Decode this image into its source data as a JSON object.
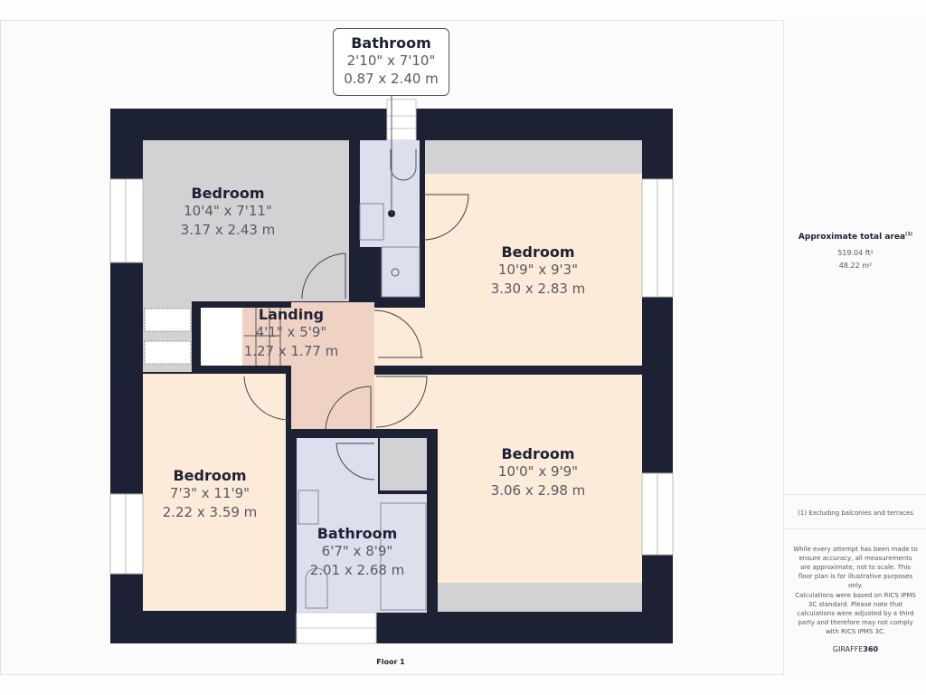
{
  "colors": {
    "wall": "#1c2233",
    "bedroom": "#fdebd9",
    "bedroom_grey": "#d2d1d3",
    "landing": "#f0d2c4",
    "bathroom": "#dce0ee",
    "storage": "#d2d1d3",
    "window": "#ffffff"
  },
  "floor": {
    "label": "Floor 1"
  },
  "rooms": {
    "bedroom_top_left": {
      "name": "Bedroom",
      "imperial": "10'4\" x 7'11\"",
      "metric": "3.17 x 2.43 m"
    },
    "bedroom_top_right": {
      "name": "Bedroom",
      "imperial": "10'9\" x 9'3\"",
      "metric": "3.30 x 2.83 m"
    },
    "landing": {
      "name": "Landing",
      "imperial": "4'1\" x 5'9\"",
      "metric": "1.27 x 1.77 m"
    },
    "bedroom_bottom_left": {
      "name": "Bedroom",
      "imperial": "7'3\" x 11'9\"",
      "metric": "2.22 x 3.59 m"
    },
    "bathroom_main": {
      "name": "Bathroom",
      "imperial": "6'7\" x 8'9\"",
      "metric": "2.01 x 2.68 m"
    },
    "bedroom_bottom_right": {
      "name": "Bedroom",
      "imperial": "10'0\" x 9'9\"",
      "metric": "3.06 x 2.98 m"
    },
    "bathroom_ensuite": {
      "name": "Bathroom",
      "imperial": "2'10\" x 7'10\"",
      "metric": "0.87 x 2.40 m"
    }
  },
  "sidebar": {
    "area_title": "Approximate total area",
    "area_footnote": "(1)",
    "area_sqft": "519.04 ft²",
    "area_sqm": "48.22 m²",
    "note": "(1) Excluding balconies and terraces",
    "disclaimer_1": "While every attempt has been made to ensure accuracy, all measurements are approximate, not to scale. This floor plan is for illustrative purposes only.",
    "disclaimer_2": "Calculations were based on RICS IPMS 3C standard. Please note that calculations were adjusted by a third party and therefore may not comply with RICS IPMS 3C.",
    "brand_light": "GIRAFFE",
    "brand_bold": "360"
  }
}
